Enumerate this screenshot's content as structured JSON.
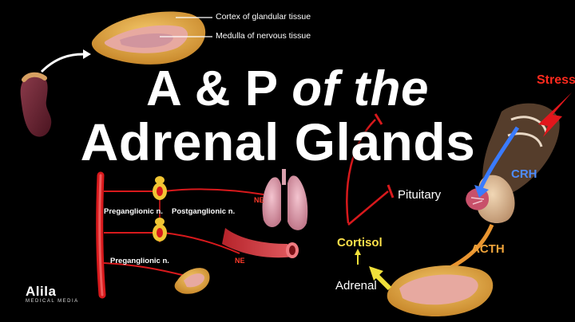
{
  "title": {
    "line1_bold": "A & P",
    "line1_italic": "of the",
    "line2": "Adrenal Glands"
  },
  "gland_labels": {
    "cortex": "Cortex of glandular tissue",
    "medulla": "Medulla of nervous tissue"
  },
  "neural": {
    "preganglionic_1": "Preganglionic n.",
    "postganglionic": "Postganglionic n.",
    "preganglionic_2": "Preganglionic n.",
    "ne_1": "NE",
    "ne_2": "NE"
  },
  "axis": {
    "stress": "Stress",
    "crh": "CRH",
    "pituitary": "Pituitary",
    "acth": "ACTH",
    "cortisol": "Cortisol",
    "adrenal": "Adrenal"
  },
  "brand": {
    "name": "Alila",
    "sub": "MEDICAL MEDIA"
  },
  "colors": {
    "background": "#000000",
    "title": "#ffffff",
    "cortisol": "#ffe14a",
    "acth": "#f0a33a",
    "crh": "#4e8cff",
    "stress": "#ff2a1e",
    "nerve": "#d8191c"
  }
}
